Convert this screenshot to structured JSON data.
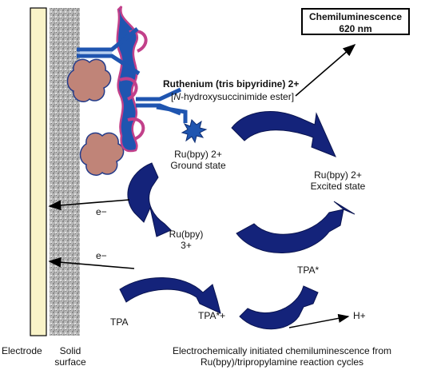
{
  "box": {
    "line1": "Chemiluminescence",
    "line2": "620 nm"
  },
  "ruthenium": {
    "title": "Ruthenium (tris bipyridine) 2+",
    "ester_prefix": "[",
    "ester_italic": "N",
    "ester_rest": "-hydroxysuccinimide ester]"
  },
  "states": {
    "ground1": "Ru(bpy) 2+",
    "ground2": "Ground state",
    "excited1": "Ru(bpy) 2+",
    "excited2": "Excited state",
    "ox1": "Ru(bpy)",
    "ox2": "3+"
  },
  "species": {
    "tpa": "TPA",
    "tpa_star": "TPA*",
    "tpa_star_plus": "TPA*+",
    "h_plus": "H+"
  },
  "electrons": {
    "e1": "e−",
    "e2": "e−"
  },
  "bottom": {
    "electrode": "Electrode",
    "solid1": "Solid",
    "solid2": "surface",
    "caption1": "Electrochemically initiated chemiluminescence from",
    "caption2": "Ru(bpy)/tripropylamine reaction cycles"
  },
  "colors": {
    "arrow": "#14237a",
    "antibody": "#1f55b0",
    "antigen": "#c08478",
    "electrode": "#f9f3c8",
    "glow": "#c2408a"
  }
}
